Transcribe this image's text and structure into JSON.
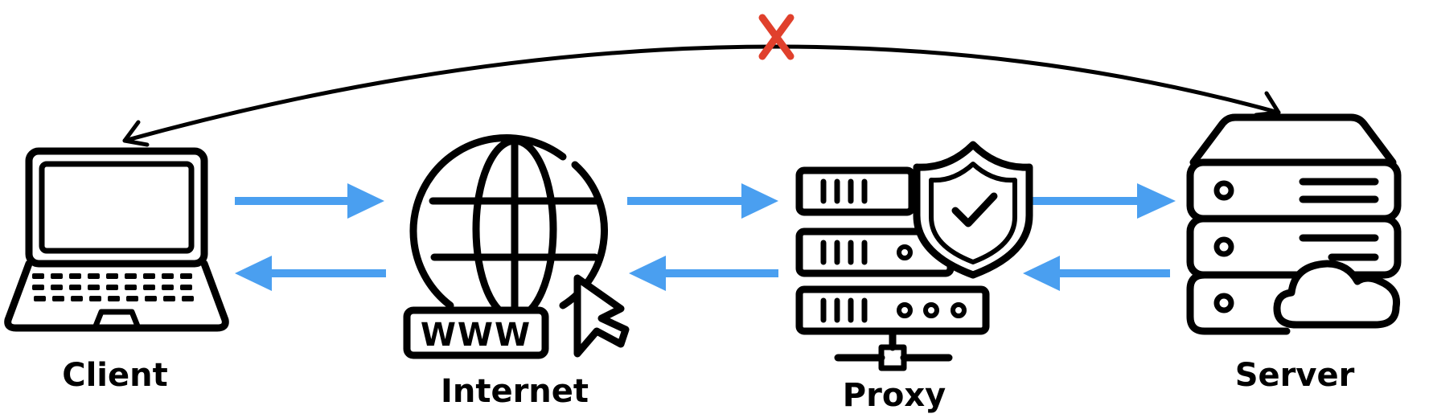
{
  "diagram": {
    "nodes": [
      {
        "id": "client",
        "label": "Client",
        "icon": "laptop-icon"
      },
      {
        "id": "internet",
        "label": "Internet",
        "icon": "globe-www-icon"
      },
      {
        "id": "proxy",
        "label": "Proxy",
        "icon": "server-shield-icon"
      },
      {
        "id": "server",
        "label": "Server",
        "icon": "server-cloud-icon"
      }
    ],
    "edges": [
      {
        "from": "client",
        "to": "internet",
        "direction": "right"
      },
      {
        "from": "internet",
        "to": "client",
        "direction": "left"
      },
      {
        "from": "internet",
        "to": "proxy",
        "direction": "right"
      },
      {
        "from": "proxy",
        "to": "internet",
        "direction": "left"
      },
      {
        "from": "proxy",
        "to": "server",
        "direction": "right"
      },
      {
        "from": "server",
        "to": "proxy",
        "direction": "left"
      },
      {
        "from": "client",
        "to": "server",
        "style": "curved-bidirectional",
        "blocked": true
      }
    ],
    "colors": {
      "arrow": "#4a9ff0",
      "icon": "#000000",
      "blocked_mark": "#e0402c"
    }
  }
}
